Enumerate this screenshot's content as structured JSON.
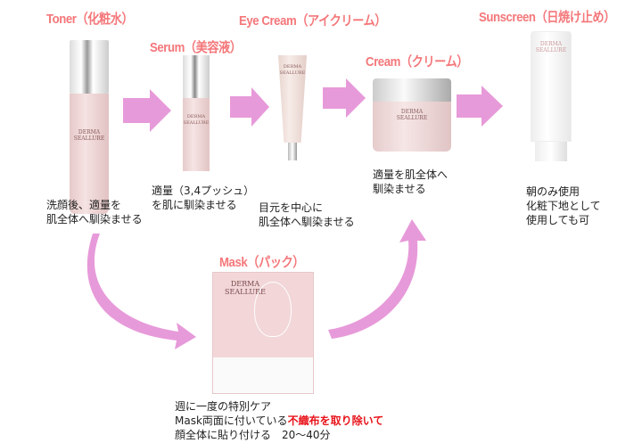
{
  "steps": [
    {
      "title": "Toner（化粧水）",
      "desc": "洗顔後、適量を\n肌全体へ馴染ませる"
    },
    {
      "title": "Serum（美容液）",
      "desc": "適量（3,4プッシュ）\nを肌に馴染ませる"
    },
    {
      "title": "Eye Cream（アイクリーム）",
      "desc": "目元を中心に\n肌全体へ馴染ませる"
    },
    {
      "title": "Cream（クリーム）",
      "desc": "適量を肌全体へ\n馴染ませる"
    },
    {
      "title": "Sunscreen（日焼け止め）",
      "desc": "朝のみ使用\n化粧下地として\n使用しても可"
    }
  ],
  "mask": {
    "title": "Mask（パック）",
    "line1": "週に一度の特別ケア",
    "line2a": "Mask両面に付いている",
    "line2b": "不織布を取り除いて",
    "line3": "顔全体に貼り付ける　20〜40分"
  },
  "brand": "DERMA SEALLURE",
  "colors": {
    "title": "#f4777a",
    "arrow": "#e79ad9",
    "highlight": "#e8141b"
  }
}
